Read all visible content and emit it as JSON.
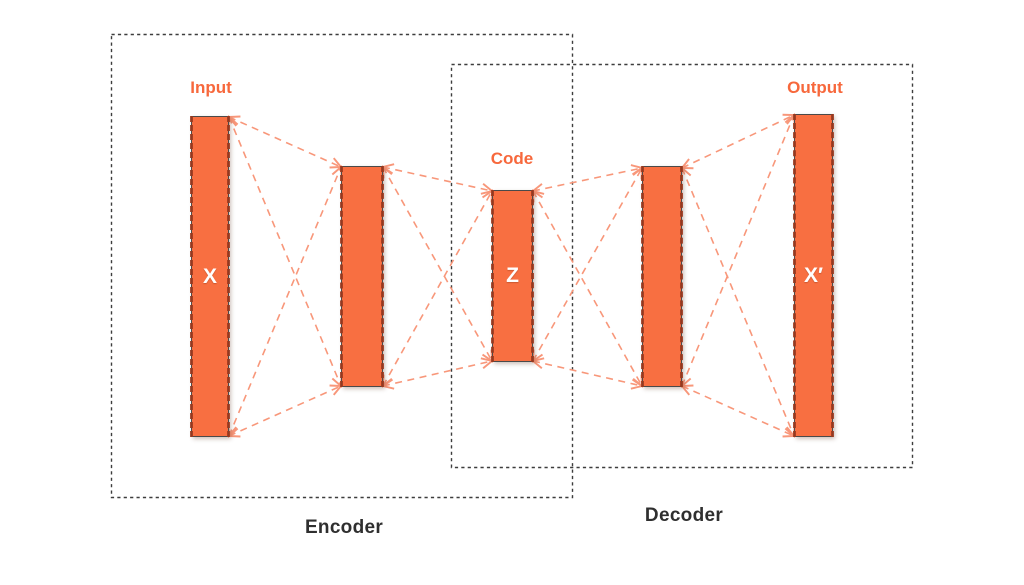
{
  "diagram_type": "autoencoder-architecture",
  "labels": {
    "input": "Input",
    "code": "Code",
    "output": "Output",
    "encoder": "Encoder",
    "decoder": "Decoder"
  },
  "bars": {
    "input_letter": "X",
    "code_letter": "Z",
    "output_letter": "X′"
  },
  "structure": {
    "encoder_layers": [
      "X (input)",
      "hidden",
      "Z (code)"
    ],
    "decoder_layers": [
      "Z (code)",
      "hidden",
      "X′ (output)"
    ],
    "connection_style": "dashed double-headed arrows, fully connected between adjacent layers"
  },
  "colors": {
    "bar_fill": "#f86f41",
    "bar_edge_dash": "#9b381c",
    "bar_outline": "#4a4a4a",
    "connection_line": "#f8977a",
    "orange_label": "#f7683c",
    "box_border": "#3d3d3d",
    "dark_label": "#2f2f2f",
    "bar_letter": "#ffffff",
    "background": "#ffffff"
  }
}
